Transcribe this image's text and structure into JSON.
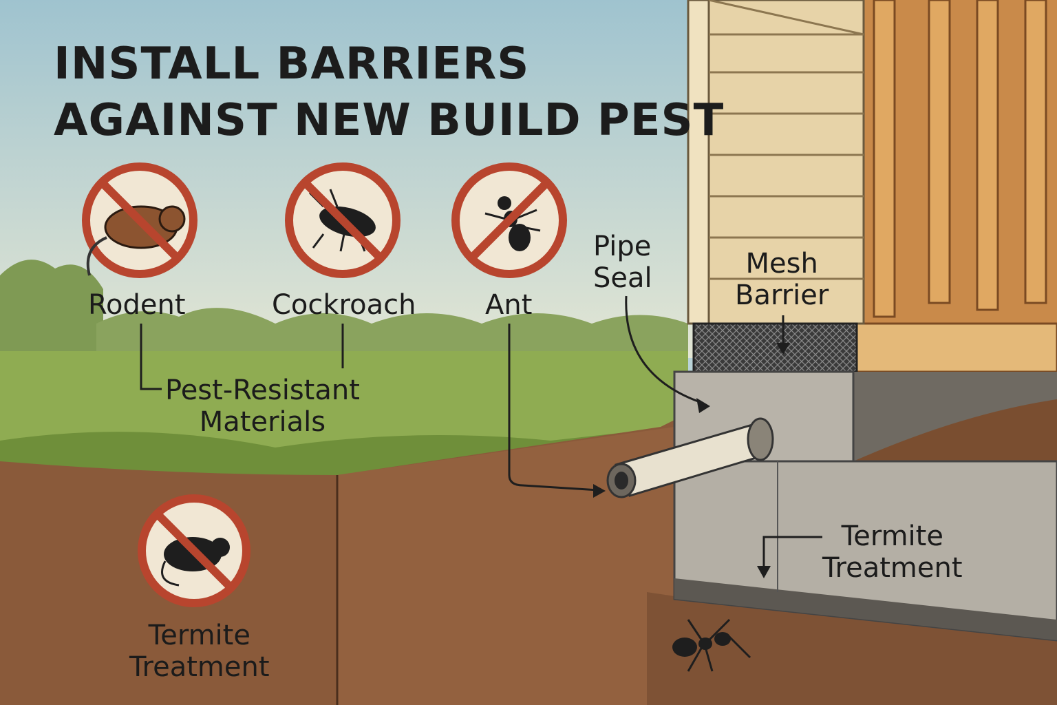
{
  "title": {
    "line1": "INSTALL BARRIERS",
    "line2": "AGAINST NEW BUILD PEST"
  },
  "labels": {
    "rodent": "Rodent",
    "cockroach": "Cockroach",
    "ant": "Ant",
    "pipe_seal": [
      "Pipe",
      "Seal"
    ],
    "mesh_barrier": [
      "Mesh",
      "Barrier"
    ],
    "pest_resistant": [
      "Pest-Resistant",
      "Materials"
    ],
    "termite_right": [
      "Termite",
      "Treatment"
    ],
    "termite_left": [
      "Termite",
      "Treatment"
    ]
  },
  "icons": [
    "rodent-prohibited-icon",
    "cockroach-prohibited-icon",
    "ant-prohibited-icon",
    "termite-prohibited-icon"
  ],
  "colors": {
    "prohibit_red": "#b8452e",
    "sky": "#b9d3d8",
    "grass": "#7c9a44",
    "soil": "#8a5a3a",
    "siding": "#e7d3a8",
    "concrete": "#b4afa5"
  }
}
